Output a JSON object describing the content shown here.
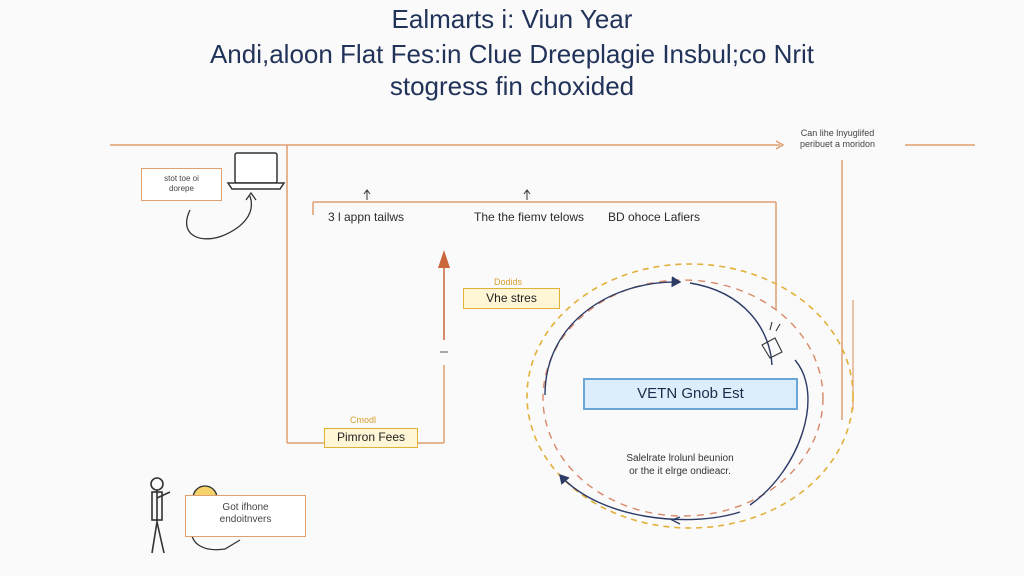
{
  "header": {
    "line1": "Ealmarts i: Viun Year",
    "line2": "Andi,aloon Flat Fes:in Clue Dreeplagie Insbul;co Nrit",
    "line3": "stogress fin choxided"
  },
  "top_right_note": {
    "line1": "Can lihe lnyuglifed",
    "line2": "peribuet a moridon"
  },
  "laptop_box": {
    "line1": "stot  toe oi",
    "line2": "dorepe"
  },
  "branch_labels": {
    "left": "3 l appn tailws",
    "middle": "The the fiemv telows",
    "right": "BD ohoce Lafiers"
  },
  "vhe_box": {
    "caption": "Dodids",
    "label": "Vhe stres"
  },
  "pimron_box": {
    "caption": "Cmodl",
    "label": "Pimron Fees"
  },
  "central_box": {
    "label": "VETN Gnob Est"
  },
  "cycle_caption": {
    "line1": "Salelrate lrolunl beunion",
    "line2": "or the it elrge ondieacr."
  },
  "person_box": {
    "line1": "Got ifhone",
    "line2": "endoitnvers"
  },
  "colors": {
    "connector": "#e0a070",
    "yellow_box_border": "#e2b13a",
    "central_box_fill": "#dceefb",
    "central_box_border": "#6aa6d8",
    "cycle_arrows": "#2c3a66"
  }
}
